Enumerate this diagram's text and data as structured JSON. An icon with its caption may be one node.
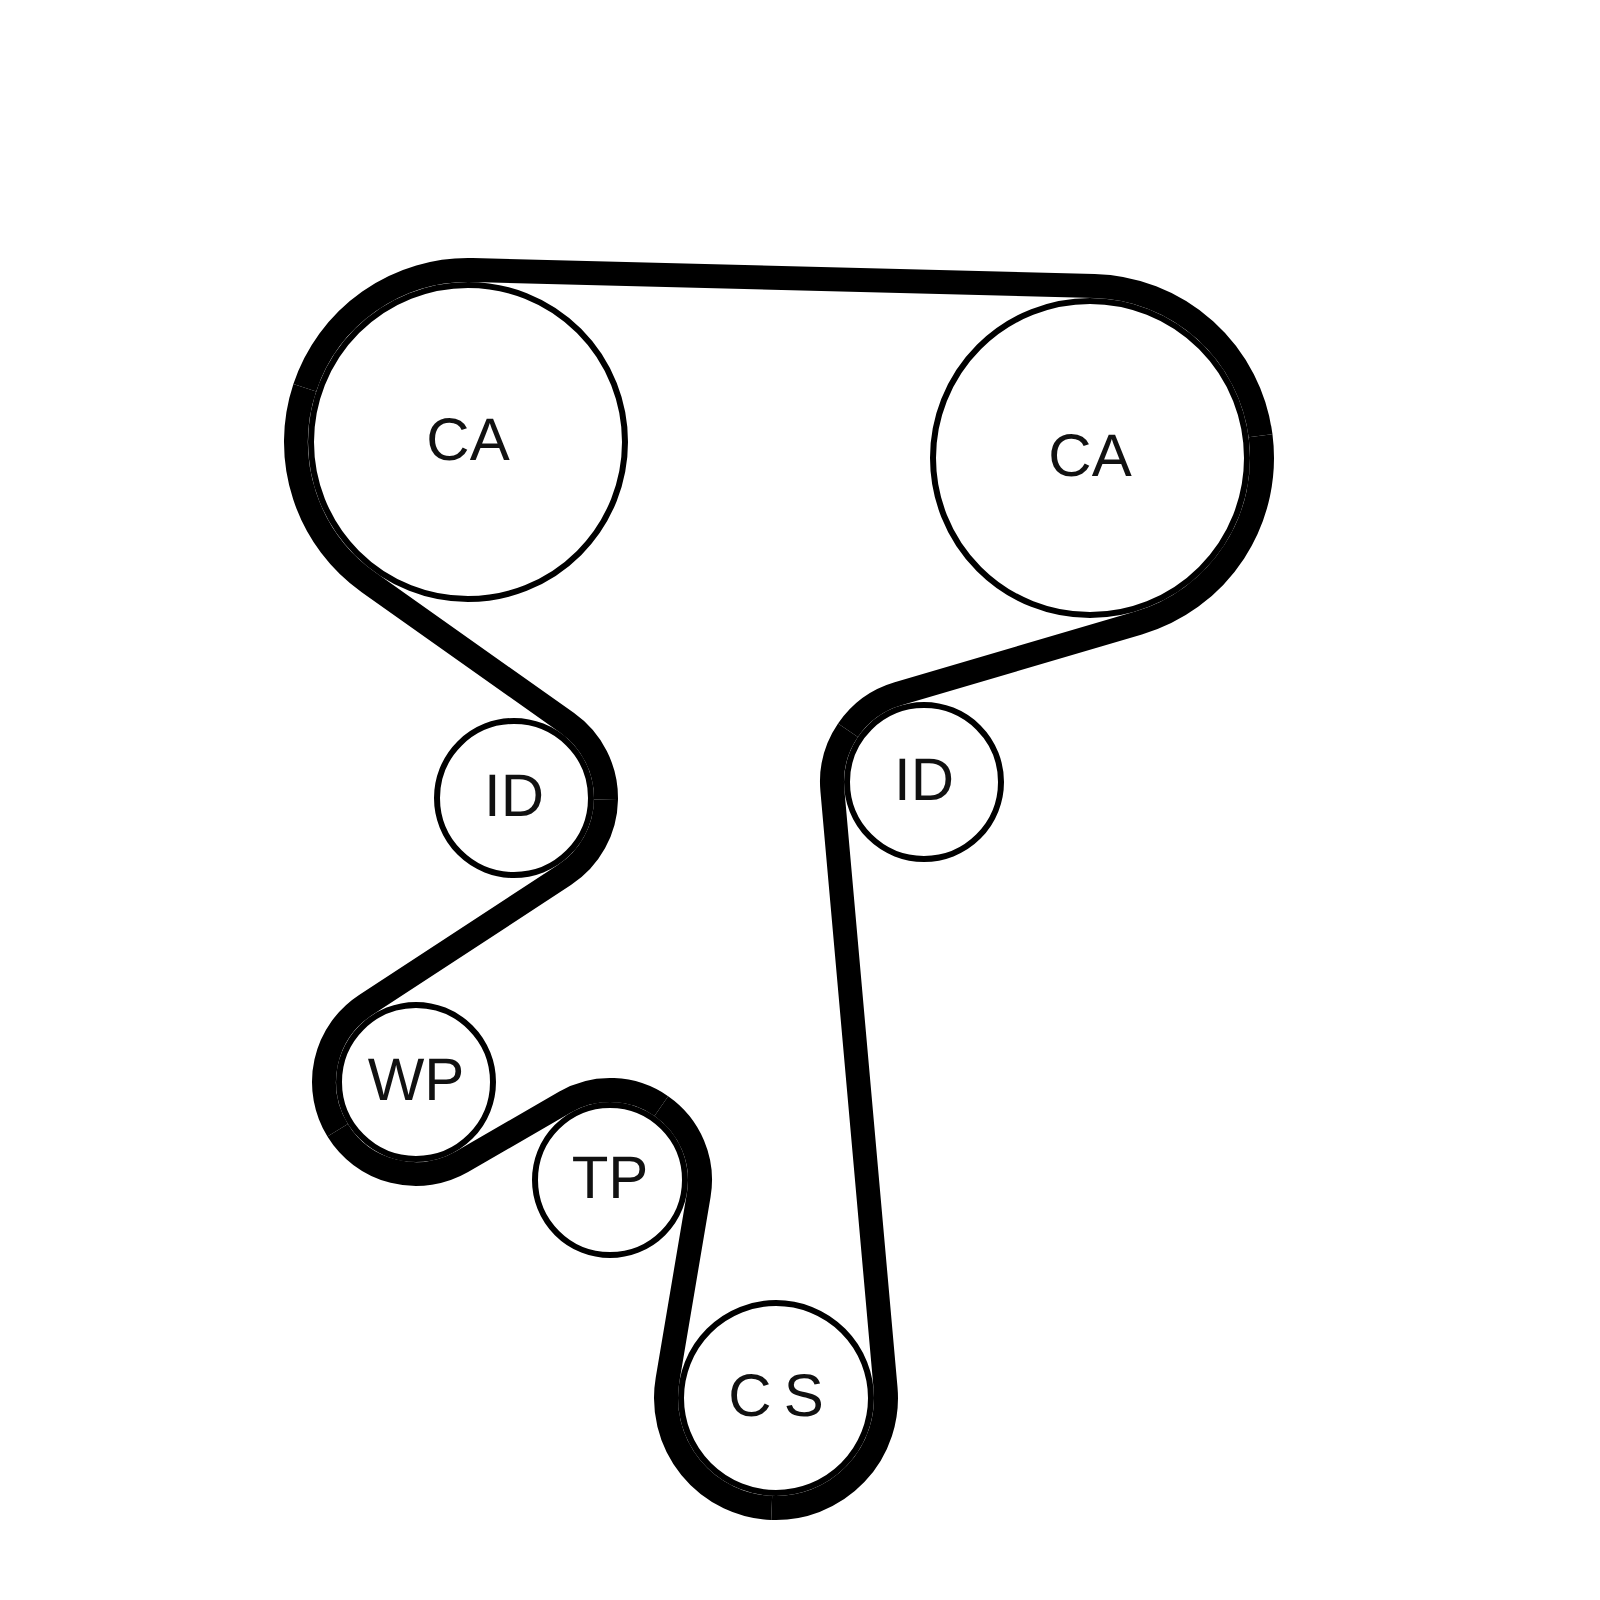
{
  "diagram": {
    "nodes": [
      {
        "text": [
          "CA"
        ]
      },
      {
        "text": [
          "CA"
        ]
      },
      {
        "text": [
          "ID"
        ]
      },
      {
        "text": [
          "ID"
        ]
      },
      {
        "text": [
          "WP"
        ]
      },
      {
        "text": [
          "TP"
        ]
      },
      {
        "text": [
          "CS"
        ]
      }
    ],
    "edges": [
      {
        "from": 0,
        "to": 1,
        "arrow": "none"
      },
      {
        "from": 1,
        "to": 3,
        "arrow": "none"
      },
      {
        "from": 3,
        "to": 6,
        "arrow": "none"
      },
      {
        "from": 6,
        "to": 5,
        "arrow": "none"
      },
      {
        "from": 5,
        "to": 4,
        "arrow": "none"
      },
      {
        "from": 4,
        "to": 2,
        "arrow": "none"
      },
      {
        "from": 2,
        "to": 0,
        "arrow": "none"
      }
    ]
  }
}
